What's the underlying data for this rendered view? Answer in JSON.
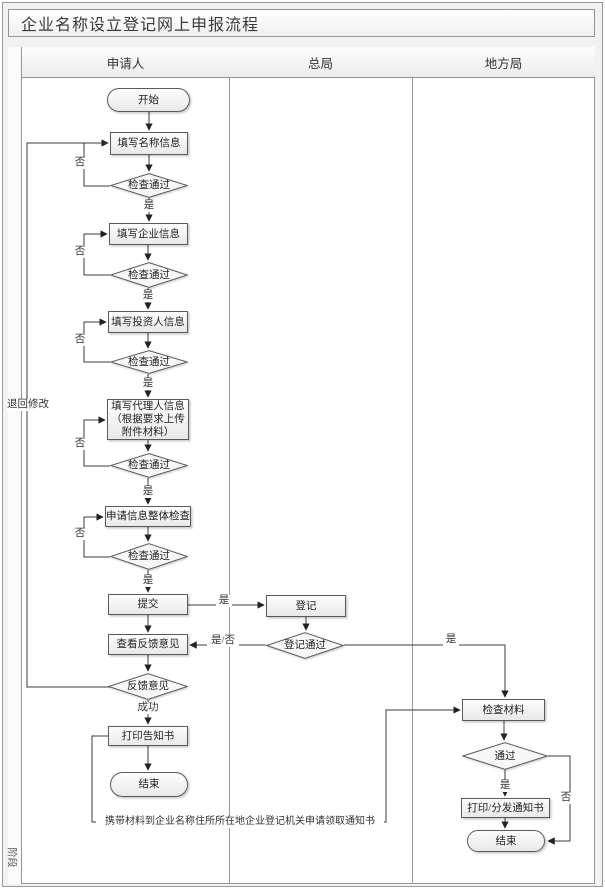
{
  "title": "企业名称设立登记网上申报流程",
  "stage_label": "阶段",
  "lanes": {
    "applicant": "申请人",
    "central": "总局",
    "local": "地方局"
  },
  "nodes": {
    "start": "开始",
    "fill_name": "填写名称信息",
    "check_pass": "检查通过",
    "fill_enterprise": "填写企业信息",
    "fill_investor": "填写投资人信息",
    "fill_agent": "填写代理人信息（根据要求上传附件材料）",
    "overall_check": "申请信息整体检查",
    "submit": "提交",
    "view_feedback": "查看反馈意见",
    "feedback": "反馈意见",
    "print_notice": "打印告知书",
    "end": "结束",
    "register": "登记",
    "register_pass": "登记通过",
    "check_materials": "检查材料",
    "pass": "通过",
    "print_distribute": "打印/分发通知书"
  },
  "edge_labels": {
    "yes": "是",
    "no": "否",
    "yes_no": "是/否",
    "success": "成功",
    "return_edit": "退回修改",
    "pickup_note": "携带材料到企业名称住所所在地企业登记机关申请领取通知书"
  },
  "colors": {
    "node_border": "#5a5a5a",
    "node_fill": "#f4f4f4",
    "line": "#3c3c3c",
    "lane_border": "#949494",
    "header_bg": "#ececec"
  }
}
